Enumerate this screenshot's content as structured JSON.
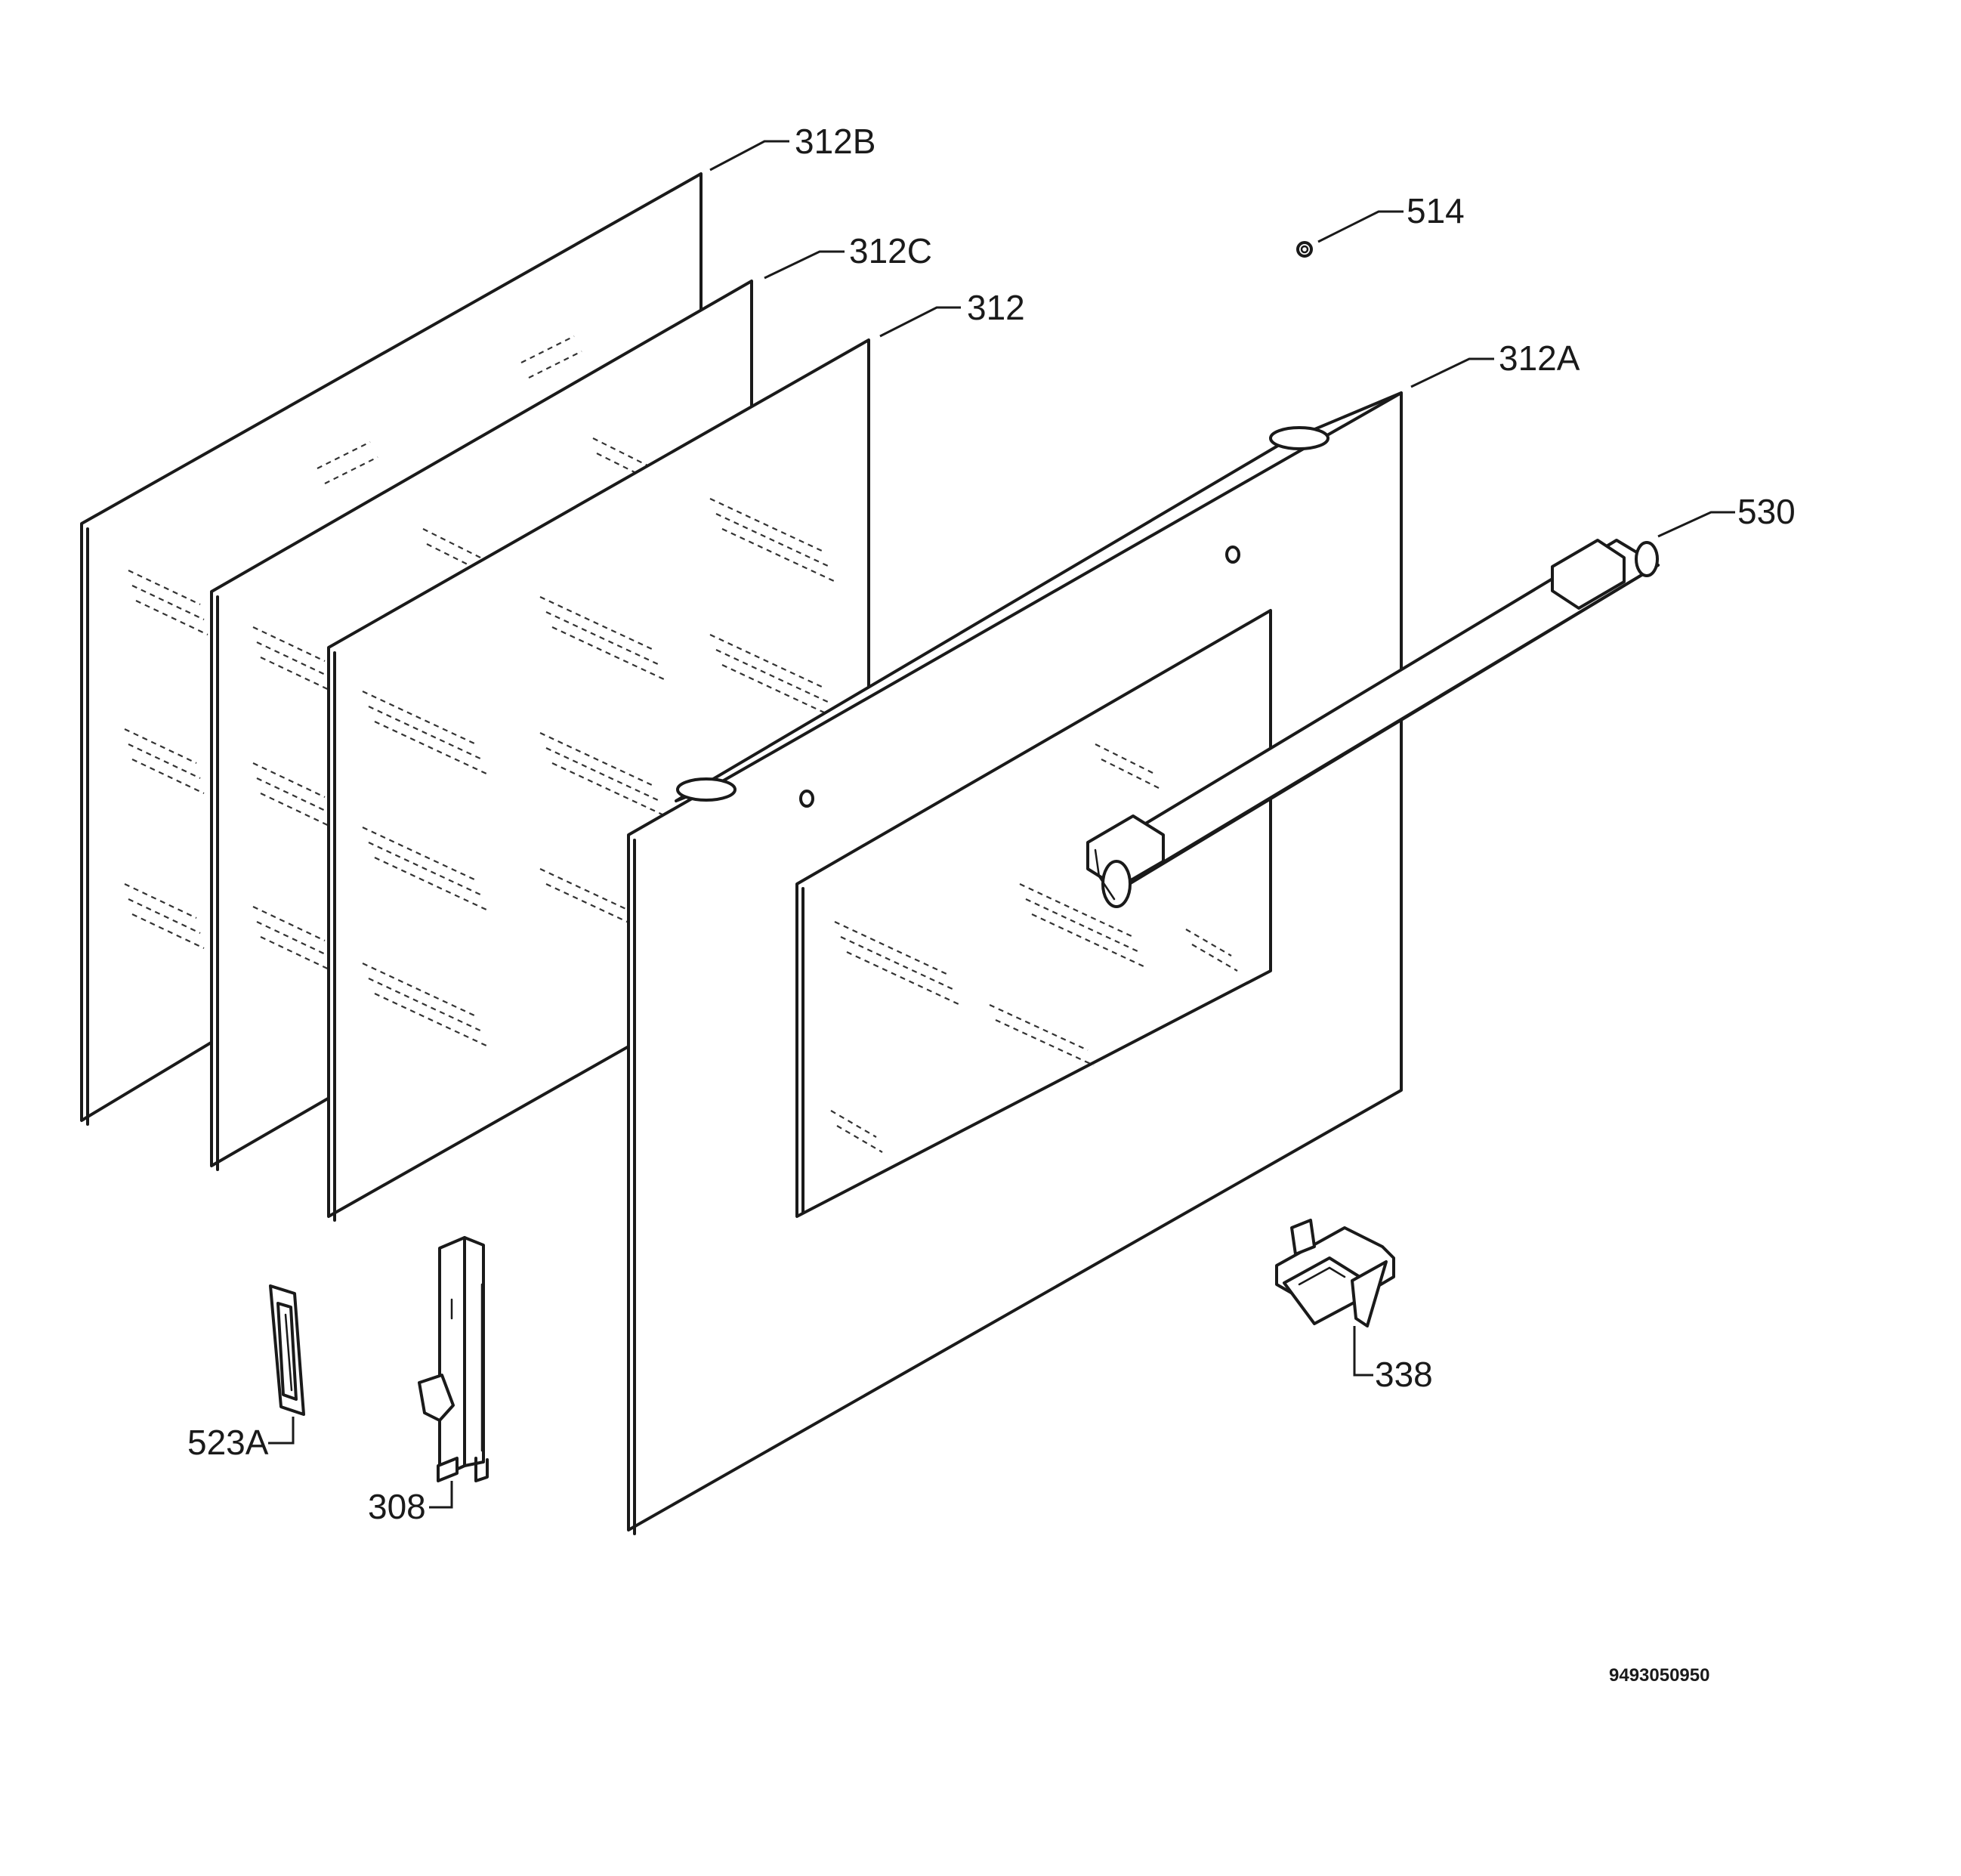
{
  "labels": {
    "p312B": "312B",
    "p312C": "312C",
    "p312": "312",
    "p312A": "312A",
    "p514": "514",
    "p530": "530",
    "p338": "338",
    "p523A": "523A",
    "p308": "308"
  },
  "drawing_code": "9493050950"
}
